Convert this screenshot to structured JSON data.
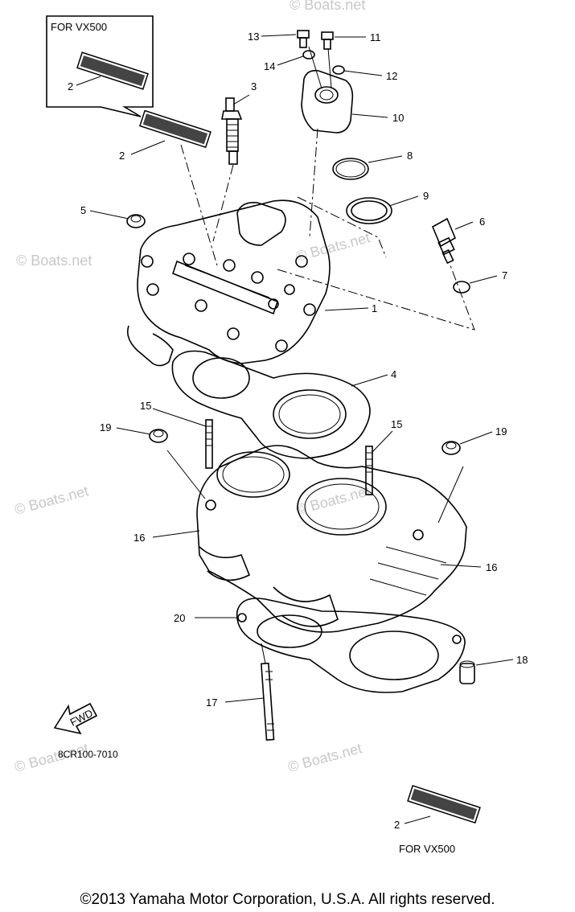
{
  "watermarks": {
    "wm1": "© Boats.net",
    "wm2": "© Boats.net",
    "wm3": "© Boats.net",
    "wm4": "© Boats.net",
    "wm5": "© Boats.net",
    "wm6": "© Boats.net",
    "wm7": "© Boats.net"
  },
  "notes": {
    "top_left_box": "FOR VX500",
    "bottom_right": "FOR VX500",
    "fwd": "FWD",
    "catalog_code": "8CR100-7010"
  },
  "callouts": {
    "c1": "1",
    "c2a": "2",
    "c2b": "2",
    "c2c": "2",
    "c3": "3",
    "c4": "4",
    "c5": "5",
    "c6": "6",
    "c7": "7",
    "c8": "8",
    "c9": "9",
    "c10": "10",
    "c11": "11",
    "c12": "12",
    "c13": "13",
    "c14": "14",
    "c15a": "15",
    "c15b": "15",
    "c16a": "16",
    "c16b": "16",
    "c17": "17",
    "c18": "18",
    "c19a": "19",
    "c19b": "19",
    "c20": "20"
  },
  "copyright": "©2013 Yamaha Motor Corporation, U.S.A. All rights reserved."
}
